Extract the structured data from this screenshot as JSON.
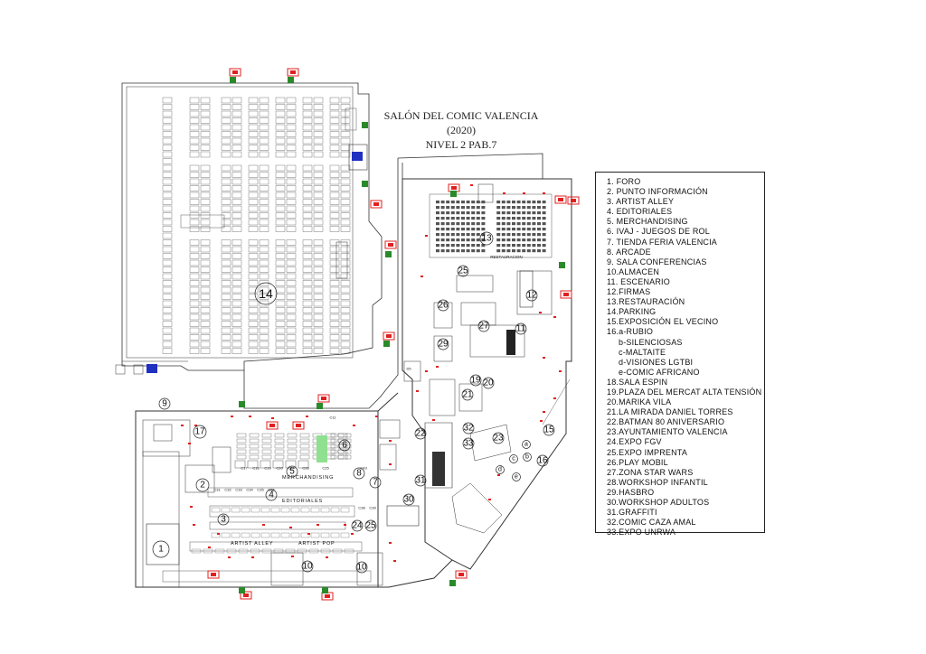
{
  "title": {
    "line1": "SALÓN DEL COMIC VALENCIA",
    "line2": "(2020)",
    "line3": "NIVEL 2 PAB.7"
  },
  "legend": [
    {
      "text": "1. FORO",
      "sub": false
    },
    {
      "text": "2. PUNTO INFORMACIÓN",
      "sub": false
    },
    {
      "text": "3. ARTIST ALLEY",
      "sub": false
    },
    {
      "text": "4. EDITORIALES",
      "sub": false
    },
    {
      "text": "5. MERCHANDISING",
      "sub": false
    },
    {
      "text": "6. IVAJ - JUEGOS DE ROL",
      "sub": false
    },
    {
      "text": "7. TIENDA FERIA VALENCIA",
      "sub": false
    },
    {
      "text": "8. ARCADE",
      "sub": false
    },
    {
      "text": "9. SALA CONFERENCIAS",
      "sub": false
    },
    {
      "text": "10.ALMACEN",
      "sub": false
    },
    {
      "text": "11. ESCENARIO",
      "sub": false
    },
    {
      "text": "12.FIRMAS",
      "sub": false
    },
    {
      "text": "13.RESTAURACIÓN",
      "sub": false
    },
    {
      "text": "14.PARKING",
      "sub": false
    },
    {
      "text": "15.EXPOSICIÓN EL VECINO",
      "sub": false
    },
    {
      "text": "16.a-RUBIO",
      "sub": false
    },
    {
      "text": "b-SILENCIOSAS",
      "sub": true
    },
    {
      "text": "c-MALTAITE",
      "sub": true
    },
    {
      "text": "d-VISIONES LGTBI",
      "sub": true
    },
    {
      "text": "e-COMIC AFRICANO",
      "sub": true
    },
    {
      "text": "18.SALA ESPIN",
      "sub": false
    },
    {
      "text": "19.PLAZA DEL MERCAT ALTA TENSIÓN",
      "sub": false
    },
    {
      "text": "20.MARIKA VILA",
      "sub": false
    },
    {
      "text": "21.LA MIRADA DANIEL TORRES",
      "sub": false
    },
    {
      "text": "22.BATMAN 80 ANIVERSARIO",
      "sub": false
    },
    {
      "text": "23.AYUNTAMIENTO VALENCIA",
      "sub": false
    },
    {
      "text": "24.EXPO FGV",
      "sub": false
    },
    {
      "text": "25.EXPO IMPRENTA",
      "sub": false
    },
    {
      "text": "26.PLAY MOBIL",
      "sub": false
    },
    {
      "text": "27.ZONA STAR WARS",
      "sub": false
    },
    {
      "text": "28.WORKSHOP INFANTIL",
      "sub": false
    },
    {
      "text": "29.HASBRO",
      "sub": false
    },
    {
      "text": "30.WORKSHOP ADULTOS",
      "sub": false
    },
    {
      "text": "31.GRAFFITI",
      "sub": false
    },
    {
      "text": "32.COMIC CAZA AMAL",
      "sub": false
    },
    {
      "text": "33.EXPO UNRWA",
      "sub": false
    }
  ],
  "map_labels": {
    "n1": "1",
    "n2": "2",
    "n3": "3",
    "n4": "4",
    "n5": "5",
    "n6": "6",
    "n7": "7",
    "n8": "8",
    "n9": "9",
    "n10a": "10",
    "n10b": "10",
    "n11": "11",
    "n12": "12",
    "n13": "13",
    "n14": "14",
    "n15": "15",
    "n16": "16",
    "n17": "17",
    "n19": "19",
    "n20": "20",
    "n21": "21",
    "n22": "22",
    "n23": "23",
    "n24": "24",
    "n25a": "25",
    "n25b": "25",
    "n26": "26",
    "n27": "27",
    "n28": "28",
    "n29": "29",
    "n30": "30",
    "n31": "31",
    "n32": "32",
    "n33": "33",
    "la": "a",
    "lb": "b",
    "lc": "c",
    "ld": "d",
    "le": "e"
  },
  "zone_text": {
    "merchandising": "MERCHANDISING",
    "editoriales": "EDITORIALES",
    "artist_alley": "ARTIST ALLEY",
    "artist_pop": "ARTIST POP",
    "restauracion": "RESTAURACION"
  },
  "booth_codes": [
    "C11",
    "C17",
    "C18",
    "C19",
    "C20",
    "C24",
    "C26",
    "C43",
    "C25",
    "D5",
    "C31",
    "C32",
    "C33",
    "C34",
    "C35",
    "C36",
    "C38",
    "C39"
  ],
  "colors": {
    "line": "#333333",
    "accent_red": "#e02020",
    "accent_green": "#2a8a2a",
    "highlight_green": "#8fe08f",
    "blue_icon": "#2030c0"
  }
}
